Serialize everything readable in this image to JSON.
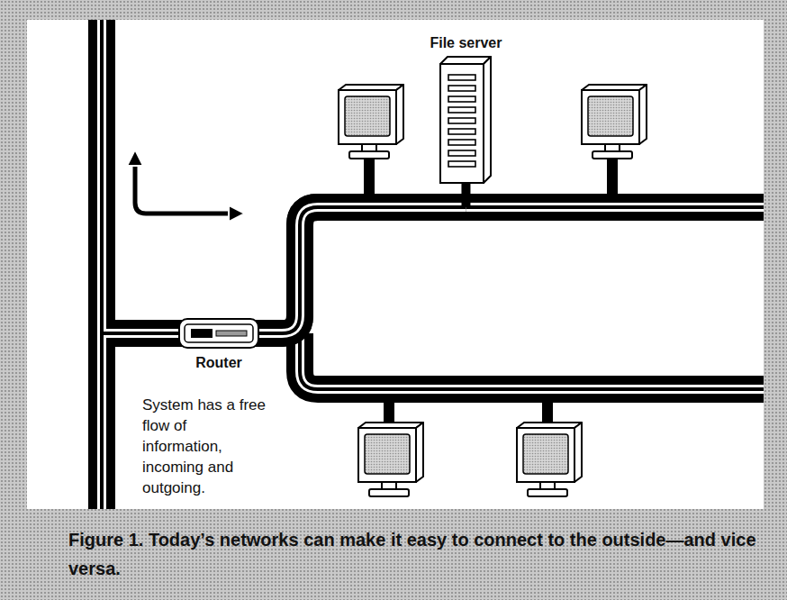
{
  "diagram": {
    "caption": "Figure 1. Today’s networks can make it easy to connect to the outside—and vice versa.",
    "nodes": [
      {
        "text": [
          "File server"
        ]
      },
      {
        "text": [
          "Router"
        ]
      }
    ],
    "edges": [
      {
        "from": 1,
        "to": 0,
        "arrow": "none"
      }
    ],
    "labels": [
      "System has a free flow of information, incoming and outgoing."
    ]
  }
}
